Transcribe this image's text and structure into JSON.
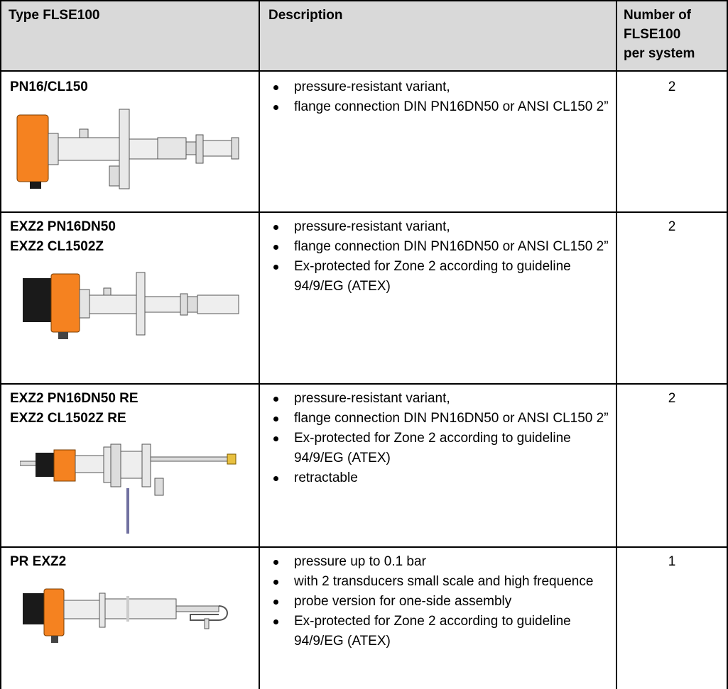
{
  "header": {
    "type_label": "Type FLSE100",
    "description_label": "Description",
    "count_label_line1": "Number of",
    "count_label_line2": "FLSE100",
    "count_label_line3": "per system"
  },
  "rows": [
    {
      "type_lines": [
        "PN16/CL150"
      ],
      "bullets": [
        "pressure-resistant variant,",
        "flange connection DIN PN16DN50 or ANSI CL150 2”"
      ],
      "count": "2",
      "image_icon": "probe-image-icon"
    },
    {
      "type_lines": [
        "EXZ2 PN16DN50",
        "EXZ2 CL1502Z"
      ],
      "bullets": [
        "pressure-resistant variant,",
        "flange connection DIN PN16DN50 or ANSI CL150 2”",
        "Ex-protected for Zone 2 according to guideline 94/9/EG (ATEX)"
      ],
      "count": "2",
      "image_icon": "probe-image-icon"
    },
    {
      "type_lines": [
        "EXZ2 PN16DN50 RE",
        "EXZ2 CL1502Z RE"
      ],
      "bullets": [
        "pressure-resistant variant,",
        "flange connection DIN PN16DN50 or ANSI CL150 2”",
        "Ex-protected for Zone 2 according to guideline 94/9/EG (ATEX)",
        "retractable"
      ],
      "count": "2",
      "image_icon": "probe-image-icon"
    },
    {
      "type_lines": [
        "PR EXZ2"
      ],
      "bullets": [
        "pressure up to 0.1 bar",
        "with 2 transducers small scale and high frequence",
        "probe version for one-side assembly",
        "Ex-protected for Zone 2 according to guideline 94/9/EG (ATEX)"
      ],
      "count": "1",
      "image_icon": "probe-image-icon"
    }
  ],
  "colors": {
    "header_bg": "#d9d9d9",
    "housing_orange": "#f58220",
    "housing_dark": "#1a1a1a"
  }
}
